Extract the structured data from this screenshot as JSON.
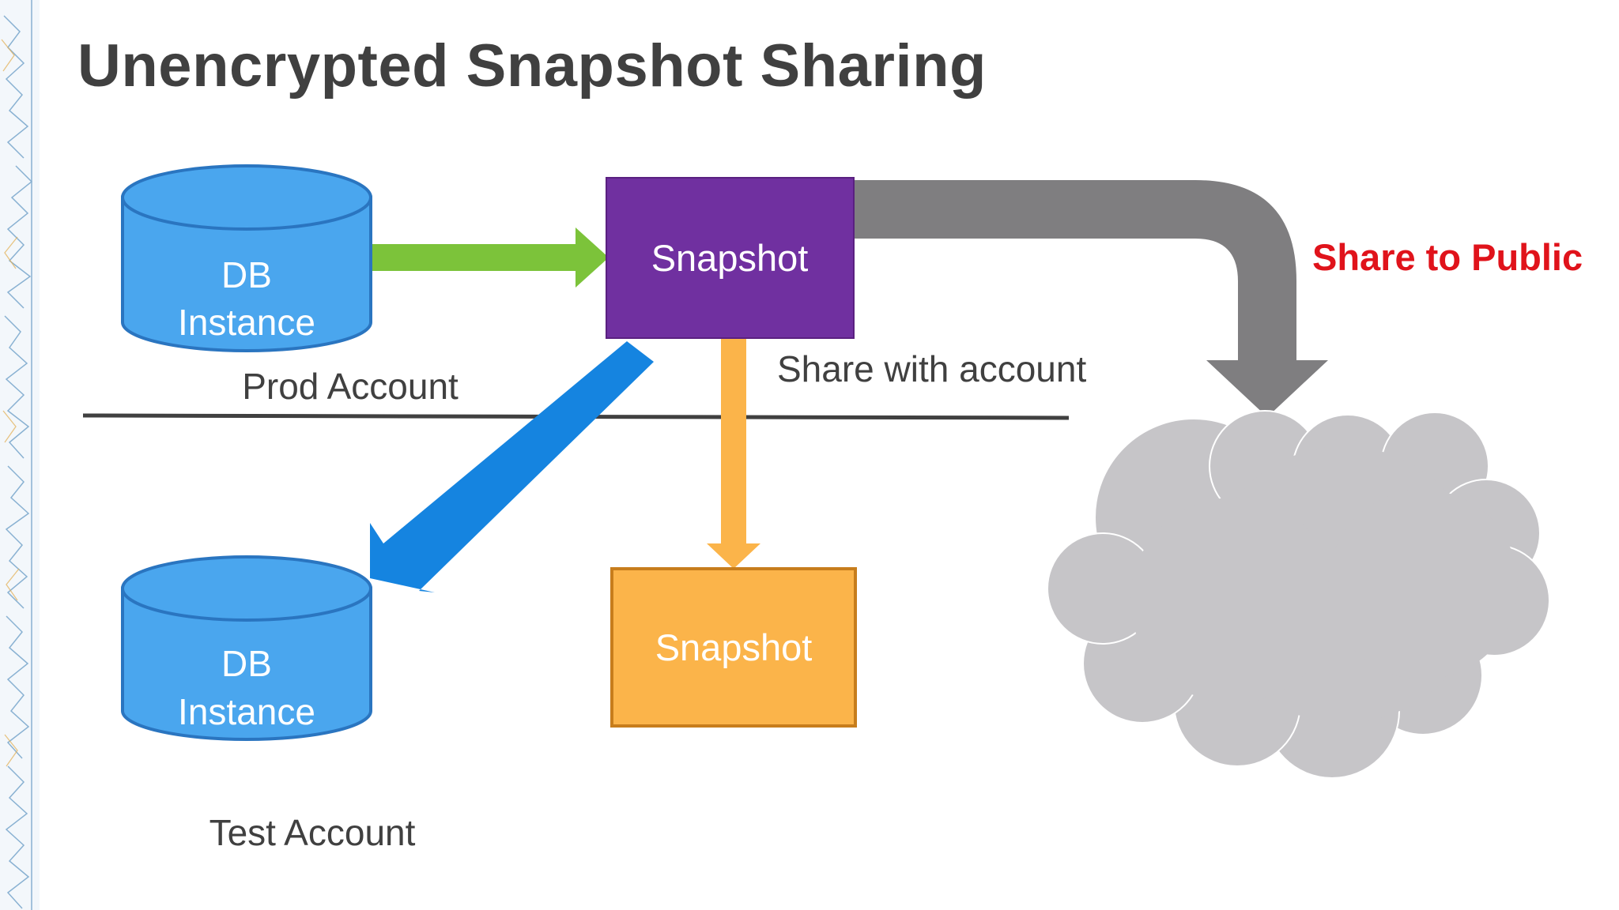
{
  "title": "Unencrypted Snapshot Sharing",
  "colors": {
    "db_fill": "#4aa6ee",
    "db_stroke": "#2a75c0",
    "snapshot_prod": "#7030a0",
    "snapshot_test": "#fbb44a",
    "snapshot_test_border": "#c77d1c",
    "arrow_green": "#7cc33a",
    "arrow_blue": "#1584e0",
    "arrow_orange": "#fbb44a",
    "arrow_gray": "#7f7e80",
    "cloud": "#c6c5c8",
    "public_label": "#e0131b"
  },
  "prod": {
    "db_label_line1": "DB",
    "db_label_line2": "Instance",
    "account_label": "Prod Account",
    "snapshot_label": "Snapshot"
  },
  "test": {
    "db_label_line1": "DB",
    "db_label_line2": "Instance",
    "account_label": "Test Account",
    "snapshot_label": "Snapshot"
  },
  "share_with_account_label": "Share with account",
  "share_to_public_label": "Share to Public"
}
